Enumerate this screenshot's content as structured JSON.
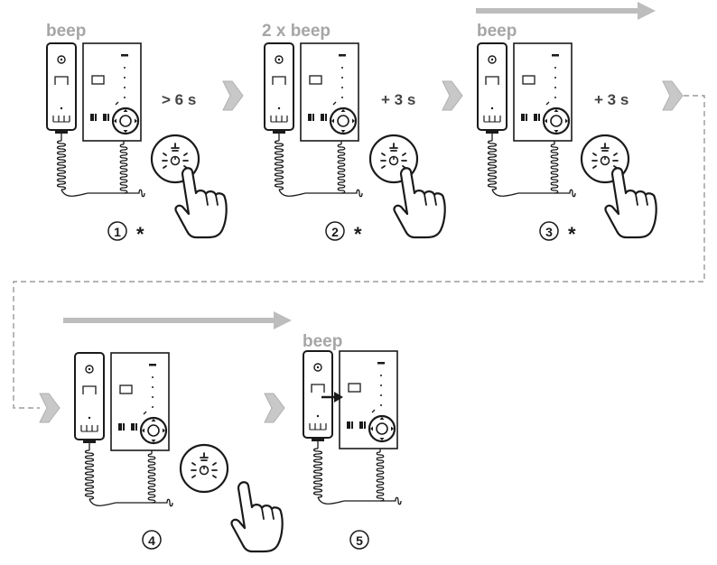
{
  "colors": {
    "line": "#1a1a1a",
    "gray_text": "#a6a6a6",
    "arrow_gray": "#bdbdbd",
    "arrow_fill": "#c8c8c8",
    "dark_text": "#444444"
  },
  "steps": [
    {
      "number": "1",
      "beep": "beep",
      "timing": "> 6 s",
      "asterisk": "*",
      "icon": "press-hand-icon"
    },
    {
      "number": "2",
      "beep": "2 x beep",
      "timing": "+ 3 s",
      "asterisk": "*",
      "icon": "press-hand-icon"
    },
    {
      "number": "3",
      "beep": "beep",
      "timing": "+ 3 s",
      "asterisk": "*",
      "icon": "press-hand-icon"
    },
    {
      "number": "4",
      "beep": "",
      "timing": "",
      "asterisk": "",
      "icon": "release-hand-icon"
    },
    {
      "number": "5",
      "beep": "beep",
      "timing": "",
      "asterisk": "",
      "icon": "handset-off-hook-arrow-icon"
    }
  ]
}
